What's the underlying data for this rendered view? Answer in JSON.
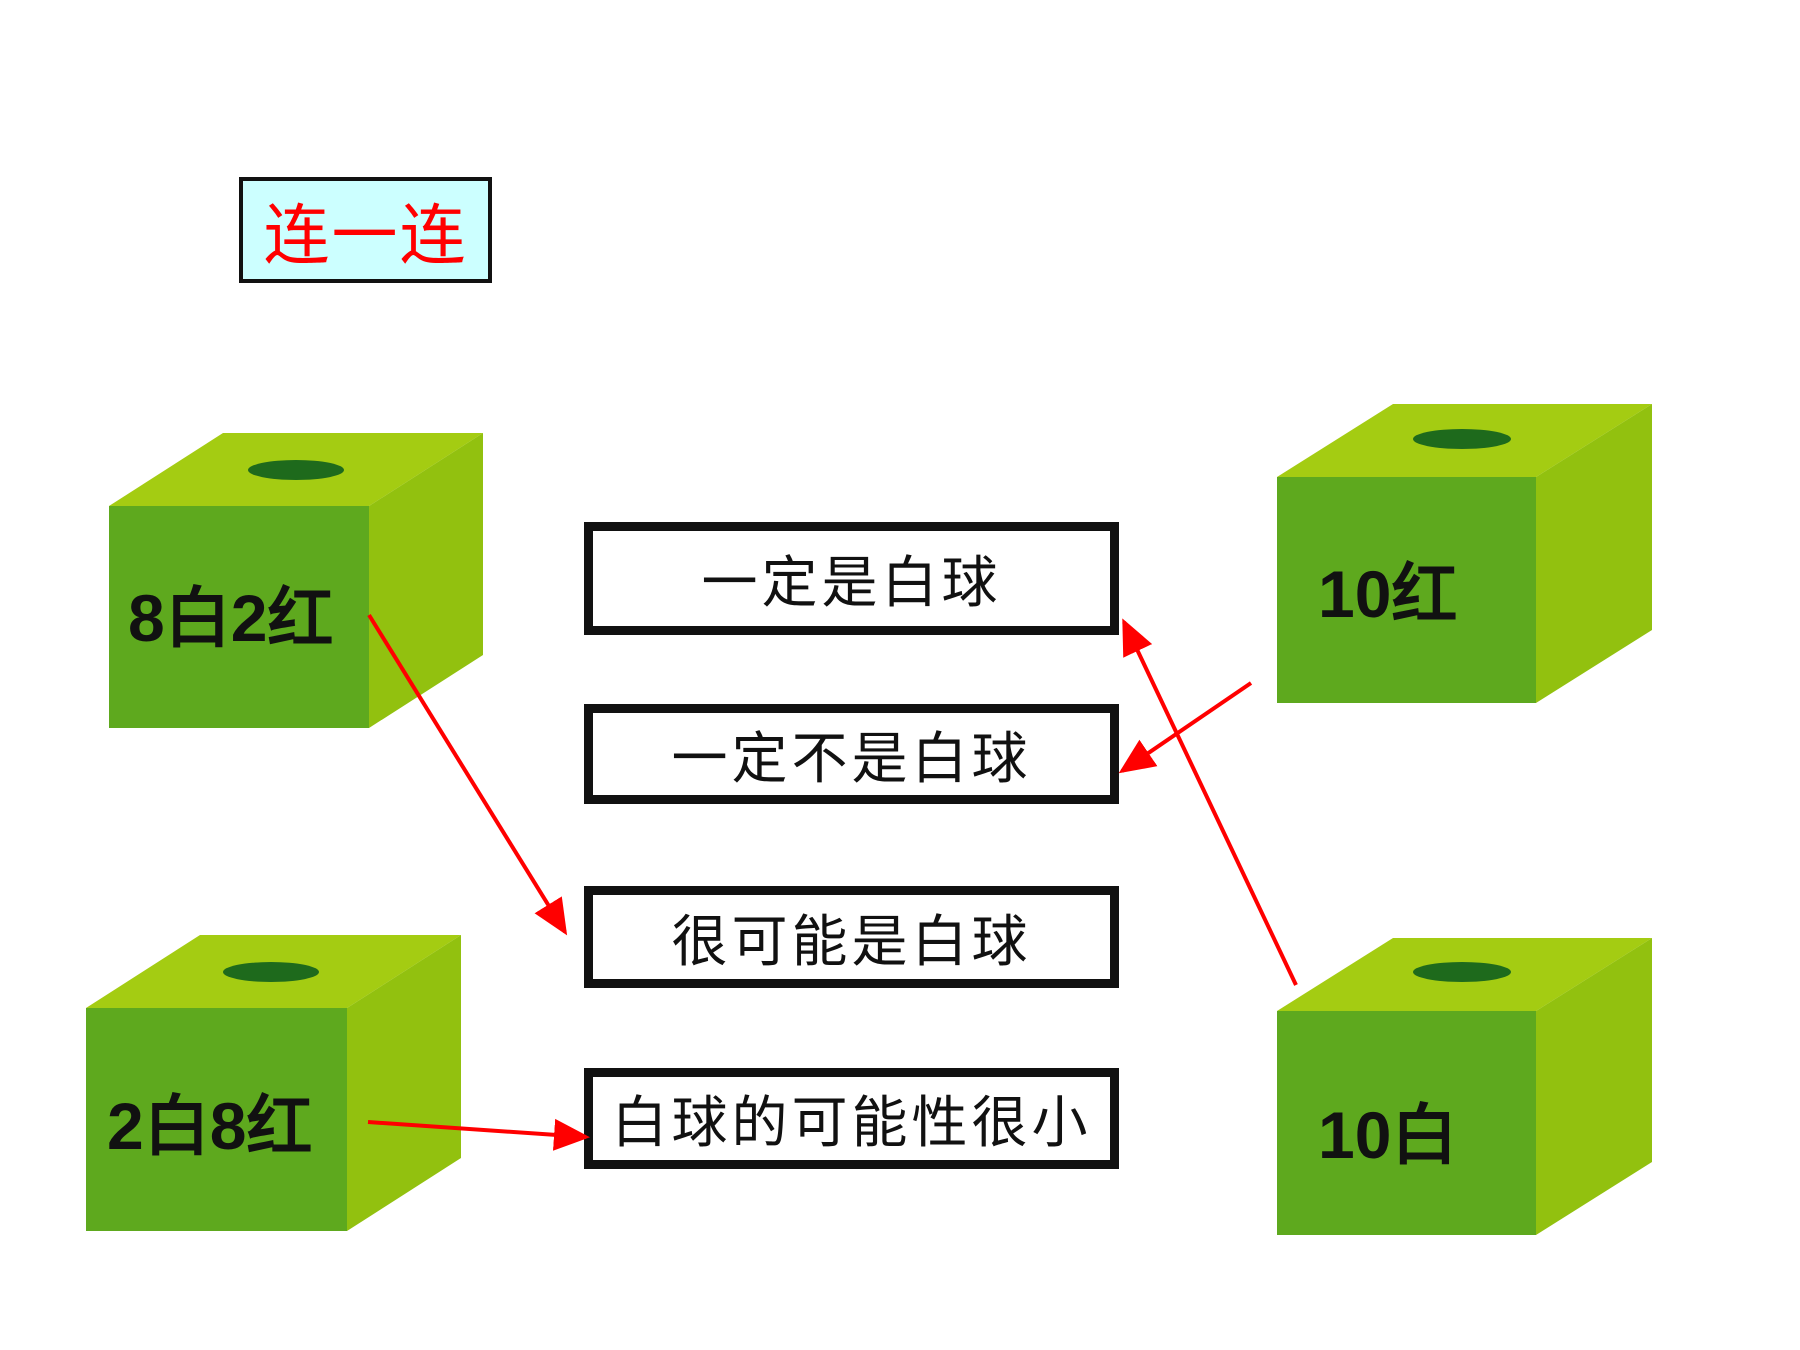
{
  "title": "连一连",
  "colors": {
    "title_text": "#ff0000",
    "title_fill": "#ccffff",
    "box_front": "#5ea91e",
    "box_top": "#a4cc12",
    "box_side": "#92c10f",
    "box_hole": "#1e6a1c",
    "arrow": "#ff0000",
    "border": "#111111"
  },
  "boxes": [
    {
      "id": "box-8w2r",
      "label": "8白2红"
    },
    {
      "id": "box-2w8r",
      "label": "2白8红"
    },
    {
      "id": "box-10r",
      "label": "10红"
    },
    {
      "id": "box-10w",
      "label": "10白"
    }
  ],
  "choices": [
    {
      "id": "certain-white",
      "label": "一定是白球"
    },
    {
      "id": "certain-not-white",
      "label": "一定不是白球"
    },
    {
      "id": "likely-white",
      "label": "很可能是白球"
    },
    {
      "id": "unlikely-white",
      "label": "白球的可能性很小"
    }
  ],
  "connections": [
    {
      "from": "8白2红",
      "to": "很可能是白球"
    },
    {
      "from": "2白8红",
      "to": "白球的可能性很小"
    },
    {
      "from": "10红",
      "to": "一定不是白球"
    },
    {
      "from": "10白",
      "to": "一定是白球"
    }
  ]
}
